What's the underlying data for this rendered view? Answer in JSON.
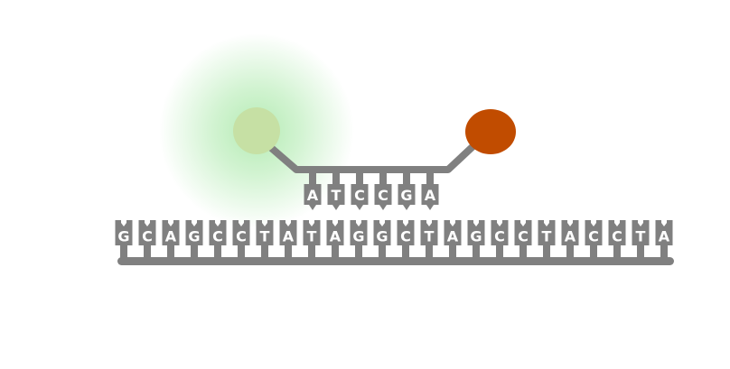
{
  "probe": {
    "bases": [
      "A",
      "T",
      "C",
      "C",
      "G",
      "A"
    ],
    "fluorophore_color": "#c6e0a4",
    "glow_color": "#9be59a",
    "quencher_color": "#c14c00"
  },
  "target_strand": {
    "bases": [
      "G",
      "C",
      "A",
      "G",
      "C",
      "C",
      "T",
      "A",
      "T",
      "A",
      "G",
      "G",
      "C",
      "T",
      "A",
      "G",
      "C",
      "C",
      "T",
      "A",
      "C",
      "C",
      "T",
      "A"
    ]
  },
  "colors": {
    "backbone": "#808080",
    "base_text": "#ffffff",
    "background": "#ffffff"
  }
}
